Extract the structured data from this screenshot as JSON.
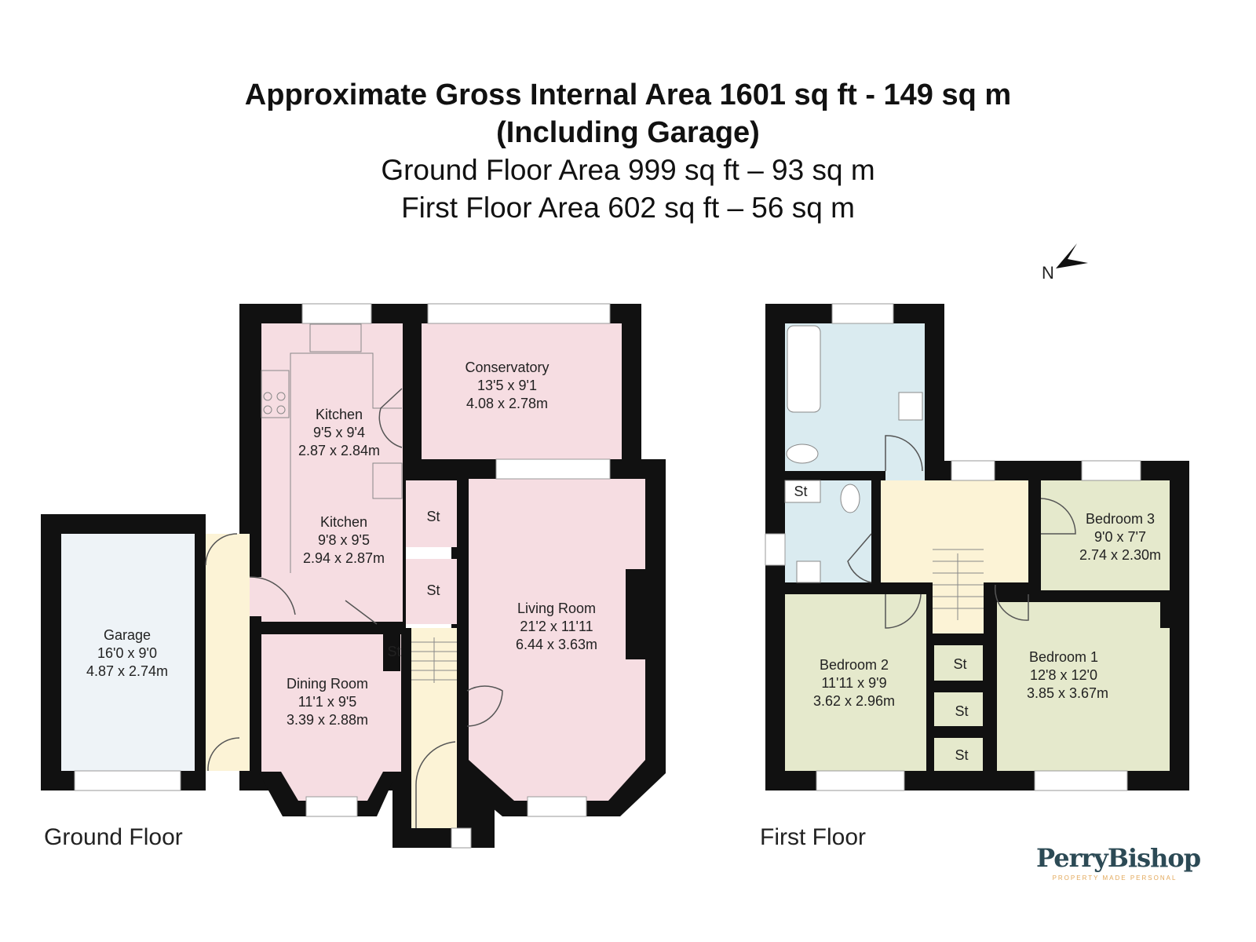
{
  "header": {
    "line1": "Approximate Gross Internal Area 1601 sq ft - 149 sq m",
    "line2": "(Including Garage)",
    "line3": "Ground Floor Area 999 sq ft – 93 sq m",
    "line4": "First Floor Area 602 sq ft – 56 sq m"
  },
  "compass": {
    "label": "N",
    "icon": "north-arrow-icon"
  },
  "floors": {
    "ground": {
      "label": "Ground Floor",
      "rooms": {
        "garage": {
          "name": "Garage",
          "imperial": "16'0 x 9'0",
          "metric": "4.87 x 2.74m"
        },
        "kitchen1": {
          "name": "Kitchen",
          "imperial": "9'5 x 9'4",
          "metric": "2.87 x 2.84m"
        },
        "kitchen2": {
          "name": "Kitchen",
          "imperial": "9'8 x 9'5",
          "metric": "2.94 x 2.87m"
        },
        "conservatory": {
          "name": "Conservatory",
          "imperial": "13'5 x 9'1",
          "metric": "4.08 x 2.78m"
        },
        "living": {
          "name": "Living Room",
          "imperial": "21'2 x 11'11",
          "metric": "6.44 x 3.63m"
        },
        "dining": {
          "name": "Dining Room",
          "imperial": "11'1 x 9'5",
          "metric": "3.39 x 2.88m"
        },
        "store_label": "St"
      }
    },
    "first": {
      "label": "First Floor",
      "rooms": {
        "bedroom1": {
          "name": "Bedroom 1",
          "imperial": "12'8 x 12'0",
          "metric": "3.85 x 3.67m"
        },
        "bedroom2": {
          "name": "Bedroom 2",
          "imperial": "11'11 x 9'9",
          "metric": "3.62 x 2.96m"
        },
        "bedroom3": {
          "name": "Bedroom 3",
          "imperial": "9'0 x 7'7",
          "metric": "2.74 x 2.30m"
        },
        "store_label": "St"
      }
    }
  },
  "colors": {
    "wall": "#111111",
    "reception": "#f6dde2",
    "hall": "#fcf3d6",
    "garage": "#eef3f7",
    "bathroom": "#daebf0",
    "bedroom": "#e5e9cc"
  },
  "brand": {
    "name": "PerryBishop",
    "tagline": "PROPERTY MADE PERSONAL"
  }
}
